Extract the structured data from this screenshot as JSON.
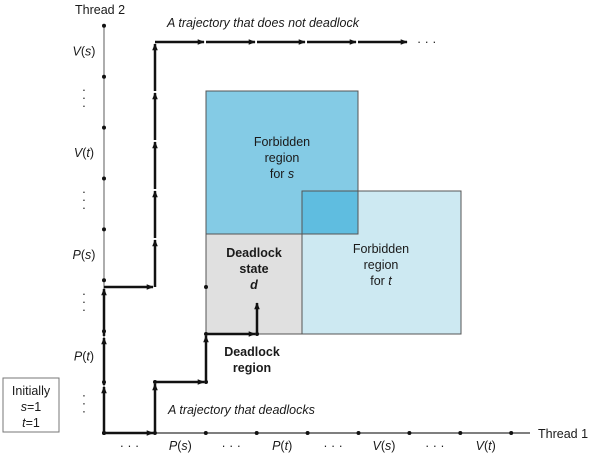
{
  "axes": {
    "y_title": "Thread 2",
    "x_title": "Thread 1",
    "y_labels": [
      {
        "name": "V",
        "arg": "s"
      },
      {
        "name": "dots"
      },
      {
        "name": "V",
        "arg": "t"
      },
      {
        "name": "dots"
      },
      {
        "name": "P",
        "arg": "s"
      },
      {
        "name": "dots"
      },
      {
        "name": "P",
        "arg": "t"
      },
      {
        "name": "dots"
      }
    ],
    "x_labels": [
      {
        "name": "dots"
      },
      {
        "name": "P",
        "arg": "s"
      },
      {
        "name": "dots"
      },
      {
        "name": "P",
        "arg": "t"
      },
      {
        "name": "dots"
      },
      {
        "name": "V",
        "arg": "s"
      },
      {
        "name": "dots"
      },
      {
        "name": "V",
        "arg": "t"
      }
    ],
    "ellipsis": "· · ·"
  },
  "regions": {
    "forbidden_s": {
      "line1": "Forbidden",
      "line2": "region",
      "line3_prefix": "for ",
      "line3_var": "s",
      "color": "#84cbe5"
    },
    "forbidden_t": {
      "line1": "Forbidden",
      "line2": "region",
      "line3_prefix": "for ",
      "line3_var": "t",
      "color": "#cde9f2"
    },
    "overlap": {
      "color": "#5fbde0"
    },
    "deadlock": {
      "line1": "Deadlock",
      "line2": "state",
      "line3": "d",
      "color": "#e0e0e0"
    }
  },
  "labels": {
    "no_deadlock": "A trajectory that does not deadlock",
    "deadlock_traj": "A trajectory that deadlocks",
    "deadlock_region_1": "Deadlock",
    "deadlock_region_2": "region",
    "trailing_dots": "· · ·"
  },
  "initial_box": {
    "line1": "Initially",
    "s_label": "s",
    "s_value": "=1",
    "t_label": "t",
    "t_value": "=1"
  }
}
